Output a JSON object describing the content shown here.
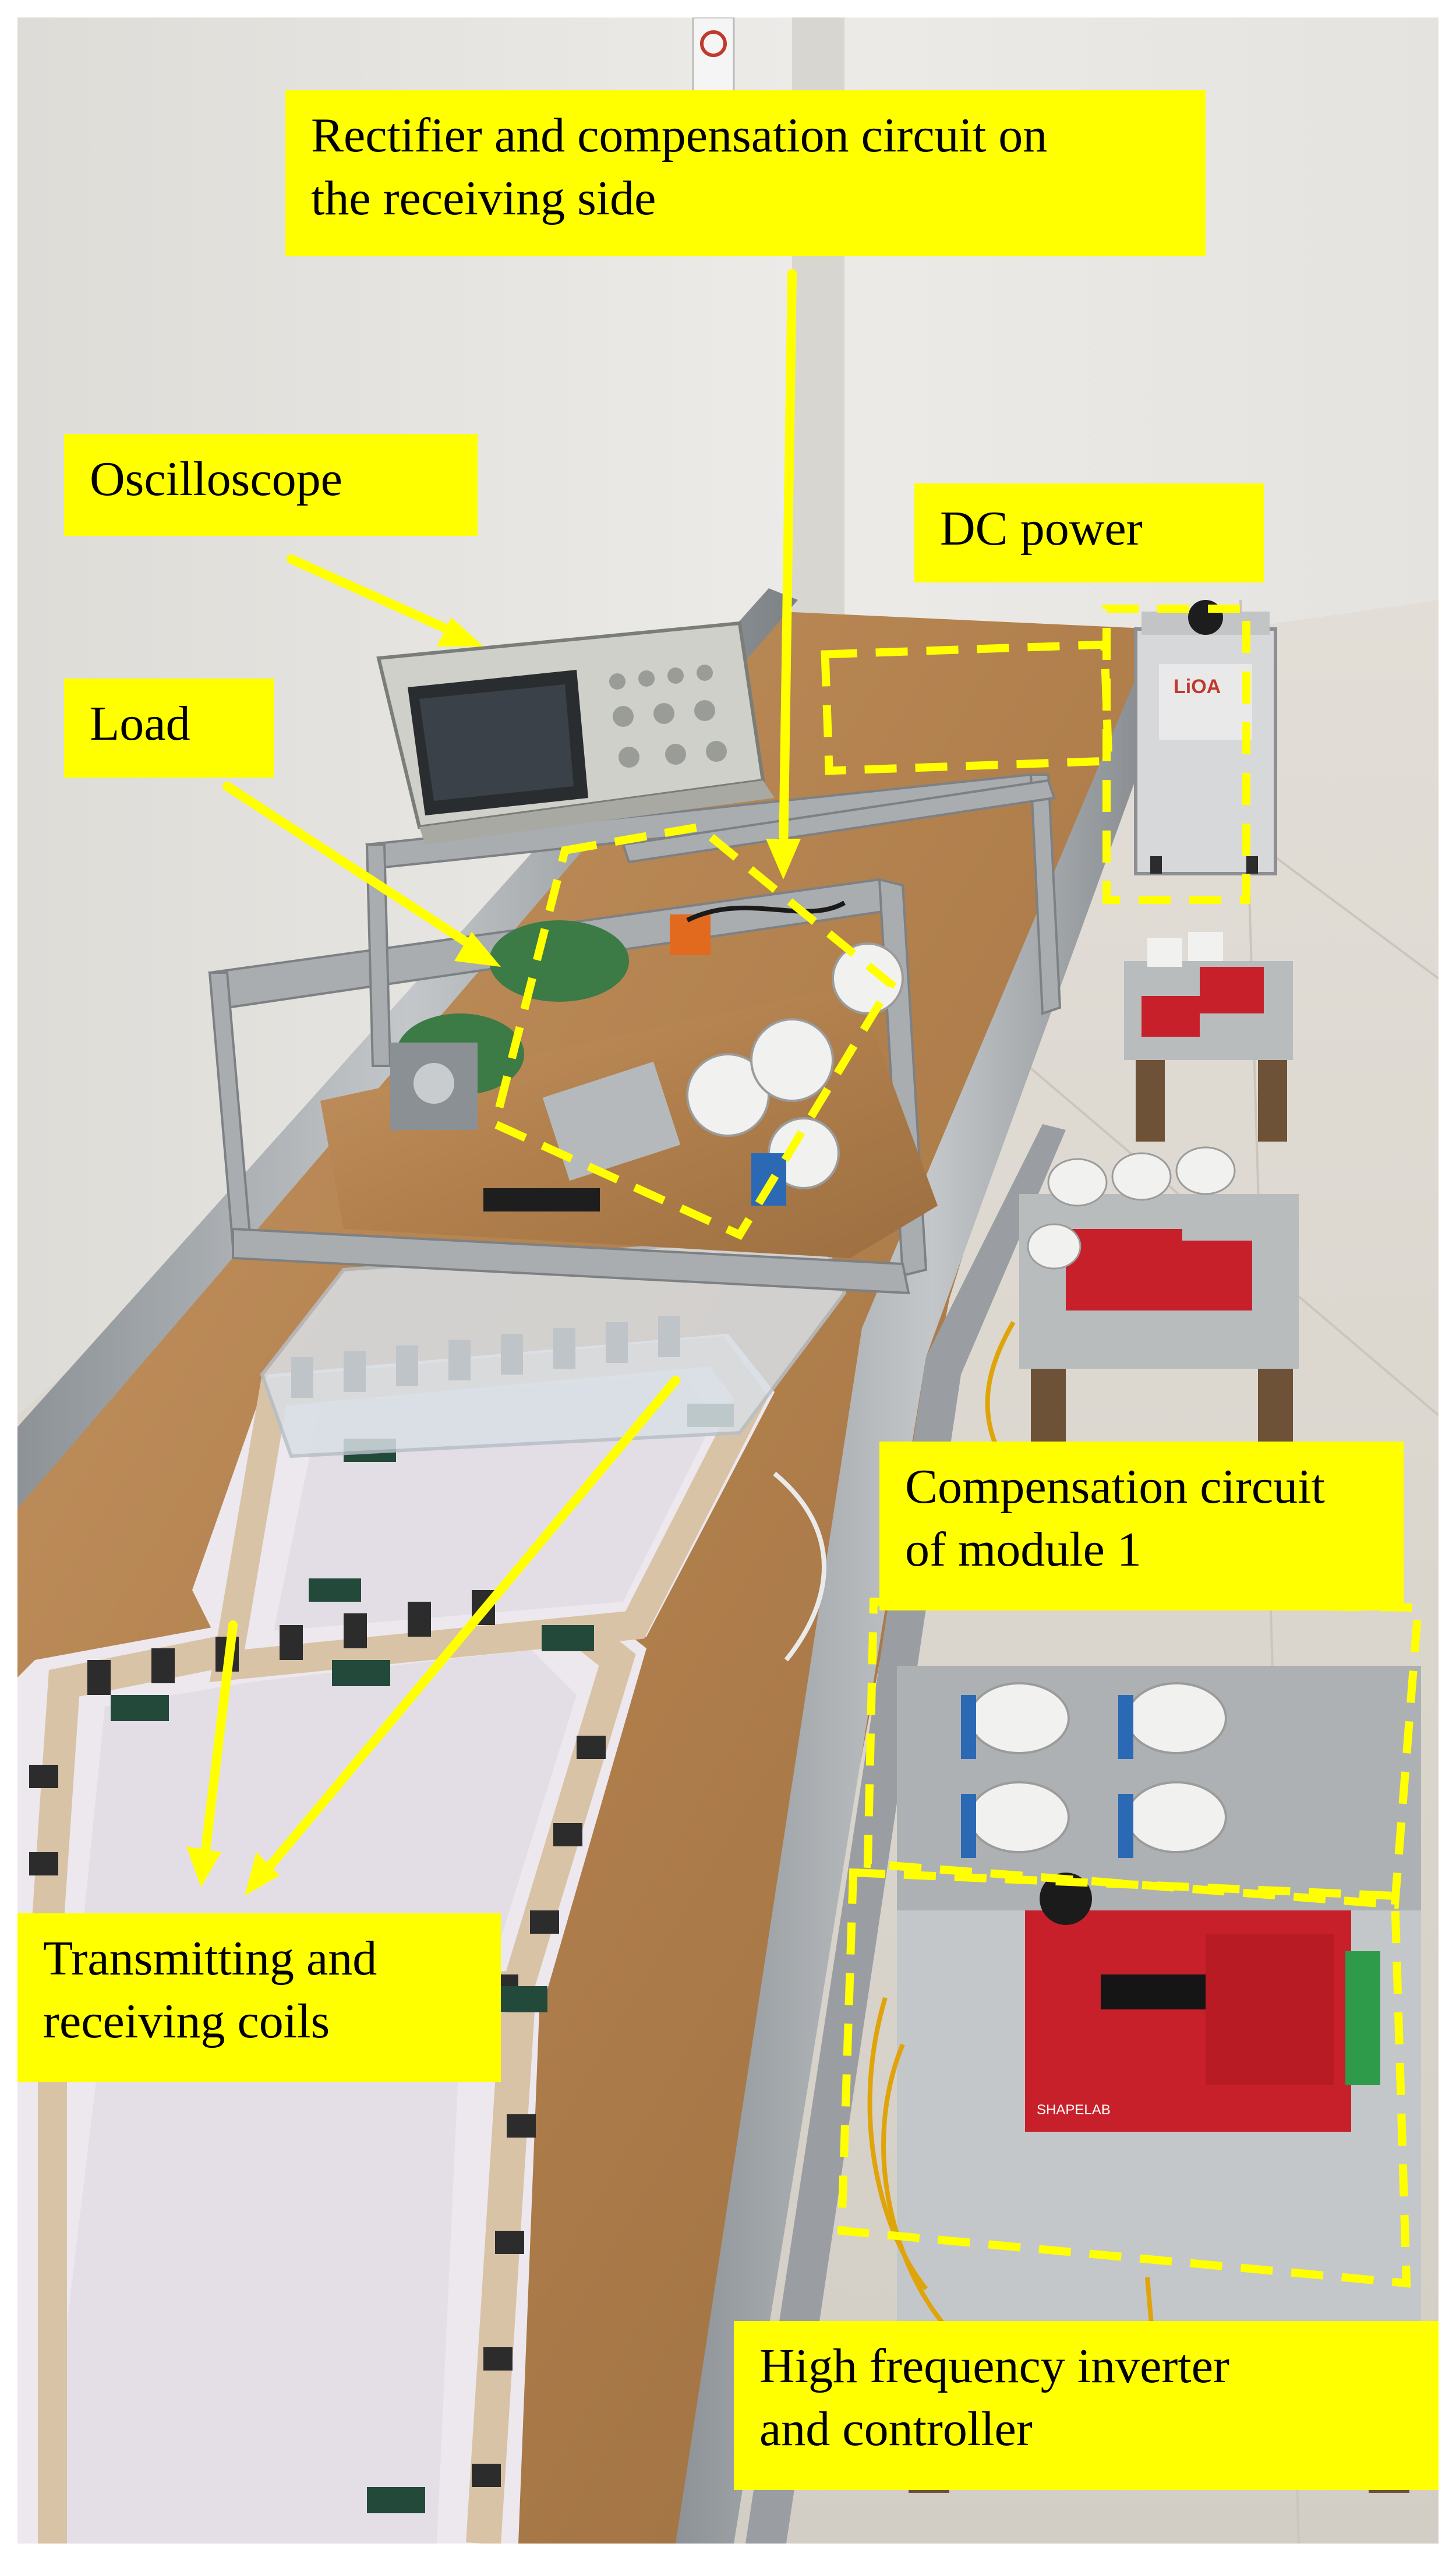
{
  "figure": {
    "labels": {
      "rectifier": "Rectifier and compensation circuit on\nthe receiving side",
      "oscilloscope": "Oscilloscope",
      "dc_power": "DC power",
      "load": "Load",
      "compensation": "Compensation circuit\nof module 1",
      "coils": "Transmitting and\nreceiving coils",
      "inverter": "High frequency inverter\nand controller"
    },
    "device_texts": {
      "transformer_brand": "LiOA",
      "inverter_board_text": "SHAPELAB"
    },
    "colors": {
      "label_fill": "#ffff00",
      "annotation": "#ffff00",
      "wall": "#e9e8e4",
      "floor": "#ddd8cf",
      "wood": "#b98a55",
      "aluminum": "#a9adb0",
      "pcb_red": "#c8202a",
      "coil_white": "#eeeaf0",
      "ferrite": "#2c2c2c",
      "tape": "#23493a"
    }
  }
}
